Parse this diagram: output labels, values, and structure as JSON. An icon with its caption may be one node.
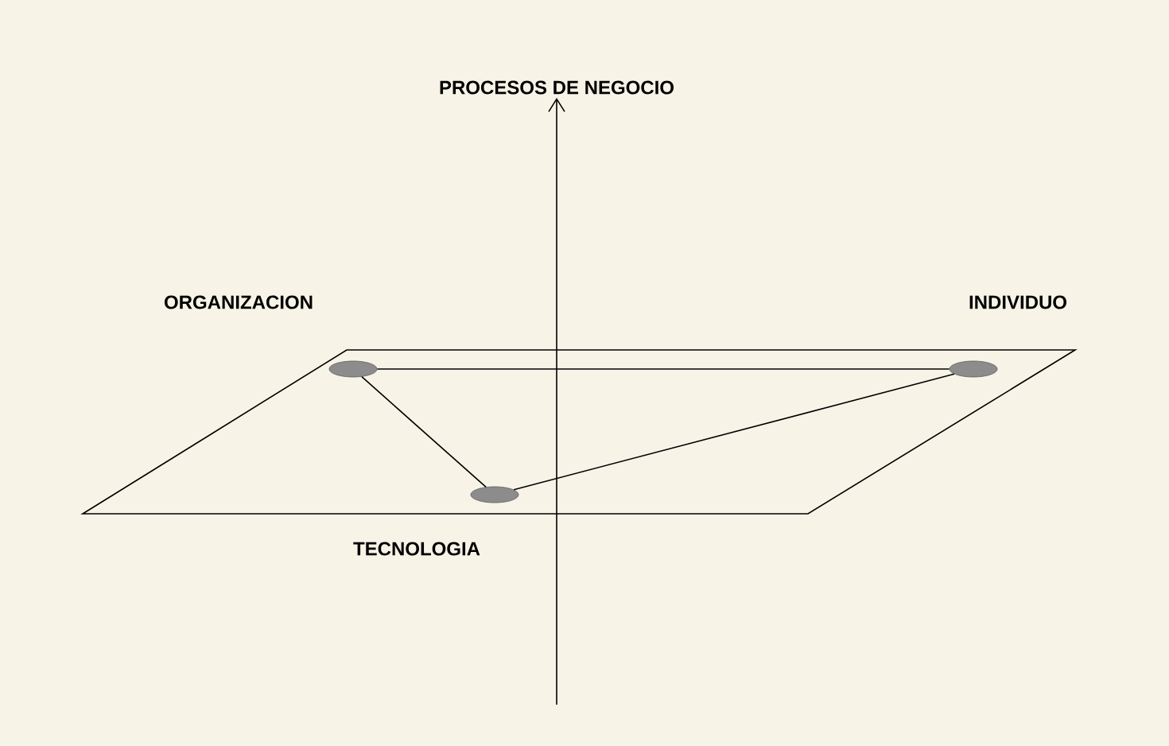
{
  "diagram": {
    "nodes": [
      {
        "text": [
          "PROCESOS DE NEGOCIO"
        ]
      },
      {
        "text": [],
        "shape": "ellipse",
        "beside": [
          "ORGANIZACION"
        ]
      },
      {
        "text": [],
        "shape": "ellipse",
        "beside": [
          "INDIVIDUO"
        ]
      },
      {
        "text": [],
        "shape": "ellipse",
        "beside": [
          "TECNOLOGIA"
        ]
      }
    ],
    "edges": [
      {
        "from": null,
        "to": 0,
        "arrow": "to"
      },
      {
        "from": 1,
        "to": 2,
        "arrow": "none"
      },
      {
        "from": 1,
        "to": 3,
        "arrow": "none"
      },
      {
        "from": 3,
        "to": 2,
        "arrow": "none"
      }
    ]
  }
}
